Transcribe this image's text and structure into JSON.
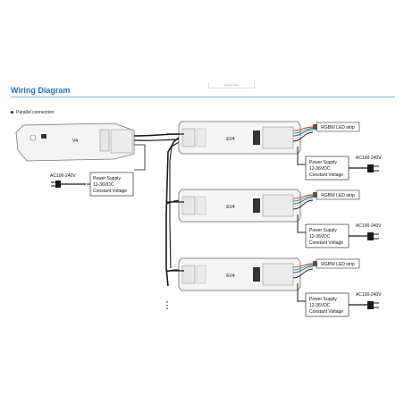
{
  "header": {
    "tab_text": "Power Input",
    "title": "Wiring Diagram",
    "subtitle": "Parallel connection"
  },
  "controller": {
    "label": "V4"
  },
  "main_psu": {
    "ac_label": "AC100-240V",
    "line1": "Power Supply",
    "line2": "12-36VDC",
    "line3": "Constant Voltage"
  },
  "repeaters": [
    {
      "label": "EV4",
      "strip_label": "RGBW LED strip",
      "ac_label": "AC100-240V",
      "psu_line1": "Power Supply",
      "psu_line2": "12-36VDC",
      "psu_line3": "Constant Voltage"
    },
    {
      "label": "EV4",
      "strip_label": "RGBW LED strip",
      "ac_label": "AC100-240V",
      "psu_line1": "Power Supply",
      "psu_line2": "12-36VDC",
      "psu_line3": "Constant Voltage"
    },
    {
      "label": "EV4",
      "strip_label": "RGBW LED strip",
      "ac_label": "AC100-240V",
      "psu_line1": "Power Supply",
      "psu_line2": "12-36VDC",
      "psu_line3": "Constant Voltage"
    }
  ],
  "continuation": "⋮",
  "colors": {
    "accent": "#2a6fb0",
    "wire_dark": "#1a1a1a",
    "wire_red": "#d42a2a",
    "wire_green": "#2aa84a",
    "wire_blue": "#2a4fd4",
    "wire_white": "#dddddd"
  }
}
